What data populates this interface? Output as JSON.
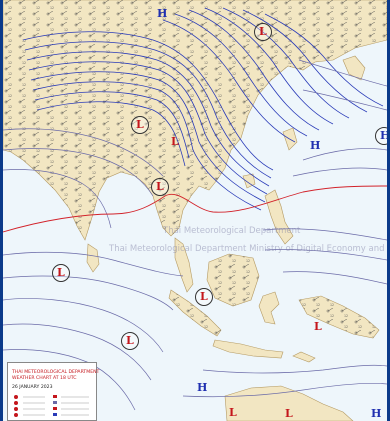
{
  "map": {
    "watermark_line1": "Thai Meteorological Department",
    "watermark_line2": "Thai Meteorological Department Ministry of Digital Economy and Society",
    "legend": {
      "line1": "THAI METEOROLOGICAL DEPARTMENT",
      "line2": "WEATHER CHART AT  18 UTC",
      "line3": "26  JANUARY 2023"
    },
    "pressure_centers": [
      {
        "type": "H",
        "label": "H"
      },
      {
        "type": "L",
        "label": "L"
      },
      {
        "type": "L",
        "label": "L"
      },
      {
        "type": "L",
        "label": "L"
      },
      {
        "type": "H",
        "label": "H"
      },
      {
        "type": "H",
        "label": "H"
      },
      {
        "type": "L",
        "label": "L"
      },
      {
        "type": "L",
        "label": "L"
      },
      {
        "type": "L",
        "label": "L"
      },
      {
        "type": "L",
        "label": "L"
      },
      {
        "type": "H",
        "label": "H"
      },
      {
        "type": "L",
        "label": "L"
      },
      {
        "type": "L",
        "label": "L"
      },
      {
        "type": "H",
        "label": "H"
      },
      {
        "type": "L",
        "label": "L"
      }
    ],
    "colors": {
      "ocean": "#eef6fb",
      "land": "#f2e6c2",
      "isobar_high": "#2a3bb8",
      "isobar_low": "#6b6ba8",
      "isobar_1010": "#d2222a",
      "frame": "#0b3a8a"
    }
  }
}
